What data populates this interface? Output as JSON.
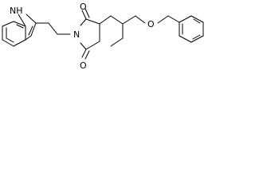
{
  "molecule": {
    "atom_labels": {
      "indole_nh": "NH",
      "imide_n": "N",
      "carbonyl_o_top": "O",
      "carbonyl_o_bottom": "O",
      "ether_o": "O"
    }
  },
  "colors": {
    "bond": "#000000",
    "label": "#000000",
    "background": "#ffffff"
  }
}
